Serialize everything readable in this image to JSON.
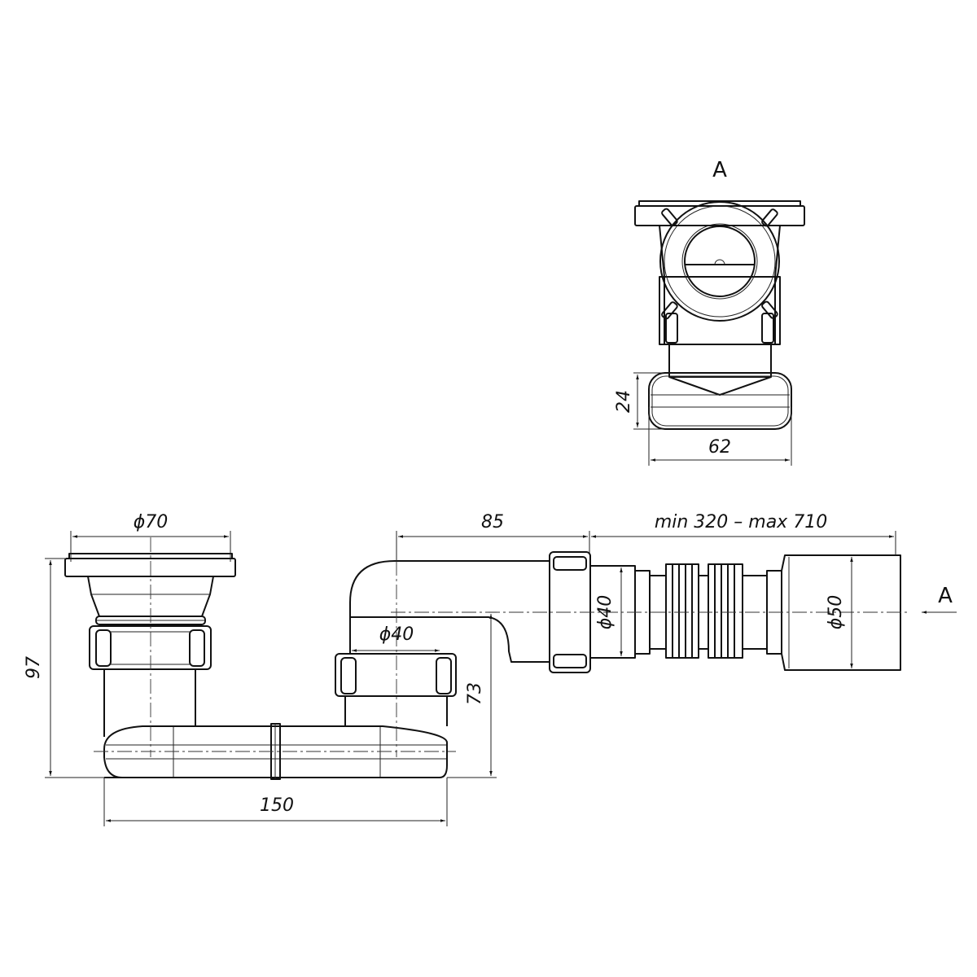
{
  "view_label": "A",
  "section_arrow_label": "A",
  "dimensions": {
    "outlet_height": "24",
    "outlet_width": "62",
    "strainer_diameter": "ϕ70",
    "elbow_length": "85",
    "hose_length": "min 320 – max 710",
    "elbow_diameter": "ϕ40",
    "riser_diameter": "ϕ40",
    "outlet_diameter": "ϕ50",
    "total_height": "97",
    "riser_height": "73",
    "total_width": "150"
  },
  "colors": {
    "line": "#111111",
    "background": "#ffffff"
  }
}
